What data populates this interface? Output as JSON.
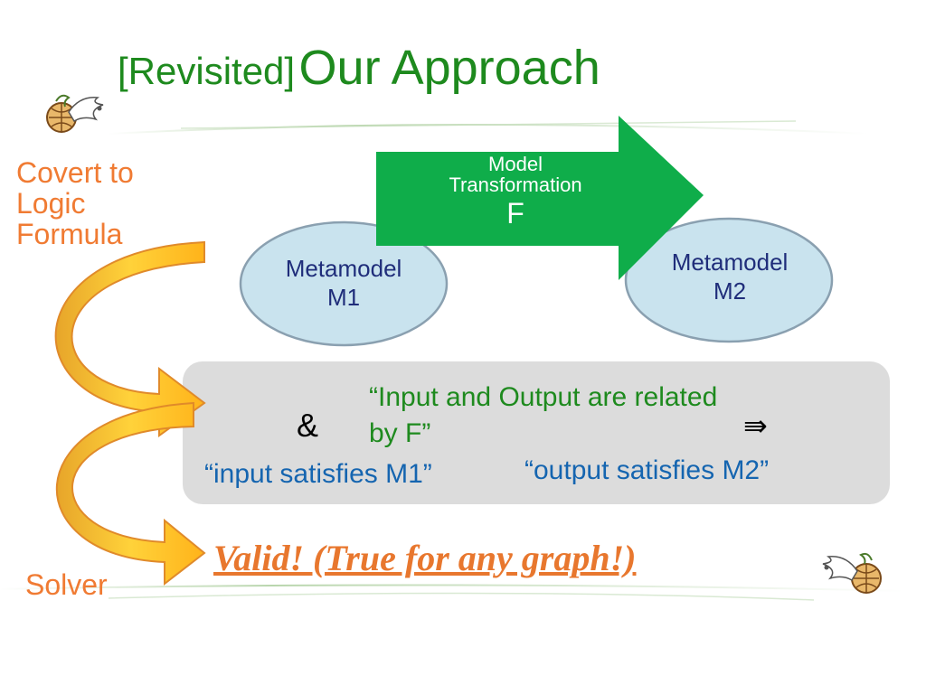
{
  "title": {
    "prefix": "[Revisited]",
    "main": "Our Approach"
  },
  "left_labels": {
    "convert": "Covert to Logic Formula",
    "solver": "Solver"
  },
  "metamodels": [
    {
      "name": "Metamodel",
      "id": "M1"
    },
    {
      "name": "Metamodel",
      "id": "M2"
    }
  ],
  "transformation": {
    "label": "Model Transformation",
    "symbol": "F"
  },
  "formula": {
    "relation": "“Input and Output are related by F”",
    "and_symbol": "&",
    "implies_symbol": "⇛",
    "input": "“input satisfies M1”",
    "output": "“output satisfies M2”"
  },
  "result": "Valid!  (True for any graph!)",
  "colors": {
    "title": "#1e8a1e",
    "orange": "#f07b33",
    "arrow": "#0fad4a",
    "ellipse_fill": "#c9e3ee",
    "ellipse_stroke": "#8aa0b0",
    "box": "#dcdcdc",
    "blue_text": "#1565b0"
  },
  "icons": [
    "dove-with-globe-icon"
  ]
}
